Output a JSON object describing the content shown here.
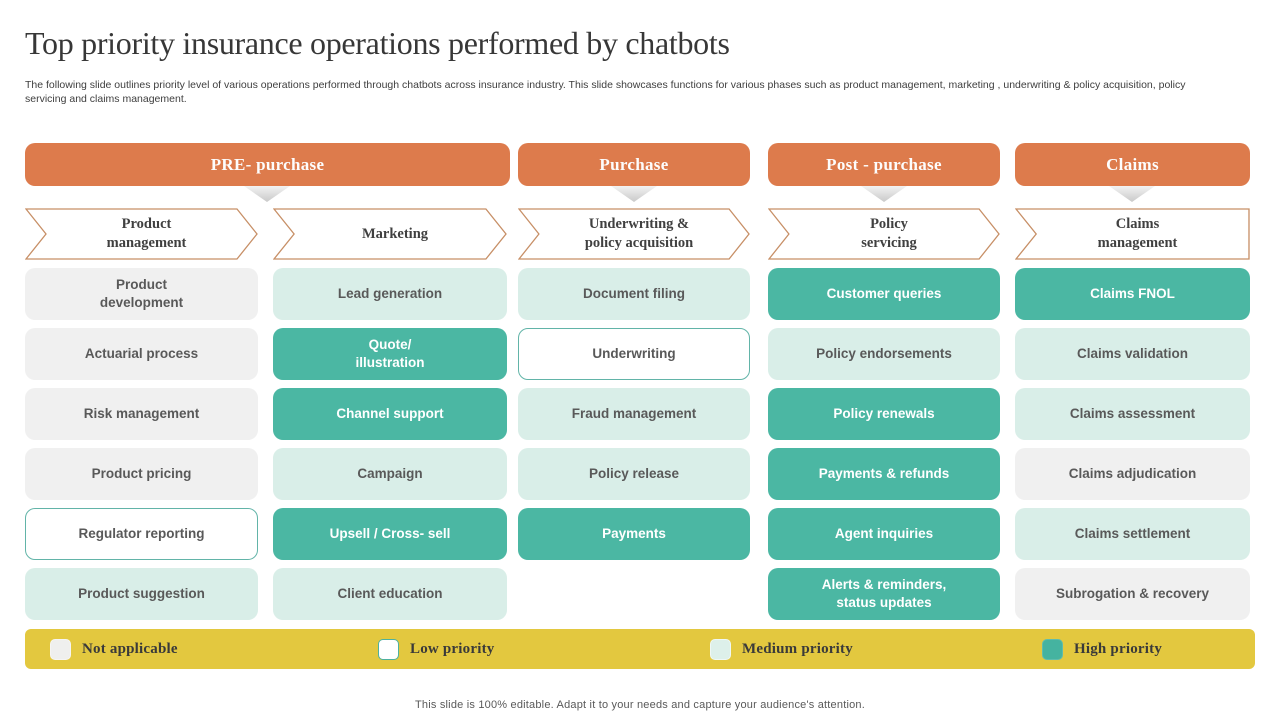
{
  "slide": {
    "title": "Top priority insurance operations performed by chatbots",
    "subtitle": "The following slide outlines priority level of various operations performed through chatbots across insurance industry. This slide showcases functions for various phases such as product management, marketing , underwriting & policy acquisition, policy\nservicing and claims management.",
    "footer": "This slide is 100% editable.  Adapt it to your needs and capture your audience's attention."
  },
  "phases": [
    {
      "label": "PRE- purchase"
    },
    {
      "label": "Purchase"
    },
    {
      "label": "Post - purchase"
    },
    {
      "label": "Claims"
    }
  ],
  "columns": [
    {
      "header": "Product\nmanagement",
      "cells": [
        {
          "label": "Product\ndevelopment",
          "priority": "not-applicable"
        },
        {
          "label": "Actuarial  process",
          "priority": "not-applicable"
        },
        {
          "label": "Risk management",
          "priority": "not-applicable"
        },
        {
          "label": "Product pricing",
          "priority": "not-applicable"
        },
        {
          "label": "Regulator reporting",
          "priority": "low"
        },
        {
          "label": "Product suggestion",
          "priority": "medium"
        }
      ]
    },
    {
      "header": "Marketing",
      "cells": [
        {
          "label": "Lead generation",
          "priority": "medium"
        },
        {
          "label": "Quote/\nillustration",
          "priority": "high"
        },
        {
          "label": "Channel support",
          "priority": "high"
        },
        {
          "label": "Campaign",
          "priority": "medium"
        },
        {
          "label": "Upsell / Cross- sell",
          "priority": "high"
        },
        {
          "label": "Client education",
          "priority": "medium"
        }
      ]
    },
    {
      "header": "Underwriting &\npolicy acquisition",
      "cells": [
        {
          "label": "Document filing",
          "priority": "medium"
        },
        {
          "label": "Underwriting",
          "priority": "low"
        },
        {
          "label": "Fraud management",
          "priority": "medium"
        },
        {
          "label": "Policy release",
          "priority": "medium"
        },
        {
          "label": "Payments",
          "priority": "high"
        }
      ]
    },
    {
      "header": "Policy\nservicing",
      "cells": [
        {
          "label": "Customer queries",
          "priority": "high"
        },
        {
          "label": "Policy endorsements",
          "priority": "medium"
        },
        {
          "label": "Policy renewals",
          "priority": "high"
        },
        {
          "label": "Payments & refunds",
          "priority": "high"
        },
        {
          "label": "Agent inquiries",
          "priority": "high"
        },
        {
          "label": "Alerts & reminders,\nstatus updates",
          "priority": "high"
        }
      ]
    },
    {
      "header": "Claims\nmanagement",
      "cells": [
        {
          "label": "Claims FNOL",
          "priority": "high"
        },
        {
          "label": "Claims validation",
          "priority": "medium"
        },
        {
          "label": "Claims assessment",
          "priority": "medium"
        },
        {
          "label": "Claims adjudication",
          "priority": "not-applicable"
        },
        {
          "label": "Claims settlement",
          "priority": "medium"
        },
        {
          "label": "Subrogation & recovery",
          "priority": "not-applicable"
        }
      ]
    }
  ],
  "legend": {
    "items": [
      {
        "label": "Not applicable",
        "priority": "not-applicable"
      },
      {
        "label": "Low priority",
        "priority": "low"
      },
      {
        "label": "Medium priority",
        "priority": "medium"
      },
      {
        "label": "High priority",
        "priority": "high"
      }
    ]
  },
  "colors": {
    "phase_orange": "#dd7b4c",
    "arrow_border_orange": "#c78f66",
    "high_priority_teal": "#4bb7a3",
    "medium_priority_teal": "#d9eee8",
    "not_applicable_gray": "#f0f0f0",
    "low_priority_border": "#62b4a8",
    "legend_bar_yellow": "#e3c83f",
    "cell_text_gray": "#595959"
  }
}
